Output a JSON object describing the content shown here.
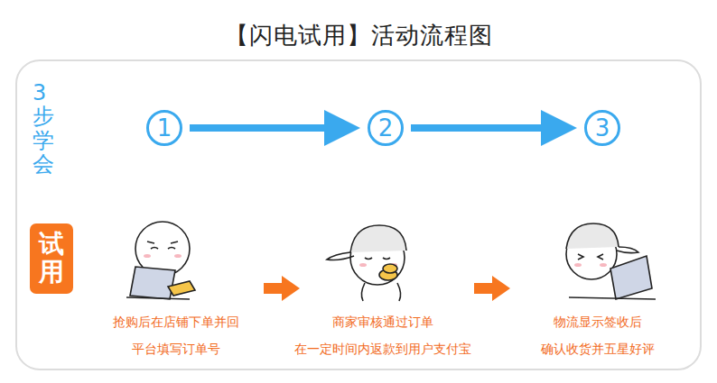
{
  "diagram": {
    "title": "【闪电试用】活动流程图",
    "nodes": [
      {
        "text": [
          "试用"
        ]
      },
      {
        "text": [
          "1"
        ]
      },
      {
        "text": [
          "2"
        ]
      },
      {
        "text": [
          "3"
        ]
      }
    ],
    "edges": [
      {
        "from": 1,
        "to": 2,
        "arrow": "to"
      },
      {
        "from": 2,
        "to": 3,
        "arrow": "to"
      }
    ],
    "labels": [
      "3步学会",
      "抢购后在店铺下单并回",
      "平台填写订单号",
      "商家审核通过订单",
      "在一定时间内返款到用户支付宝",
      "物流显示签收后",
      "确认收货并五星好评"
    ]
  }
}
